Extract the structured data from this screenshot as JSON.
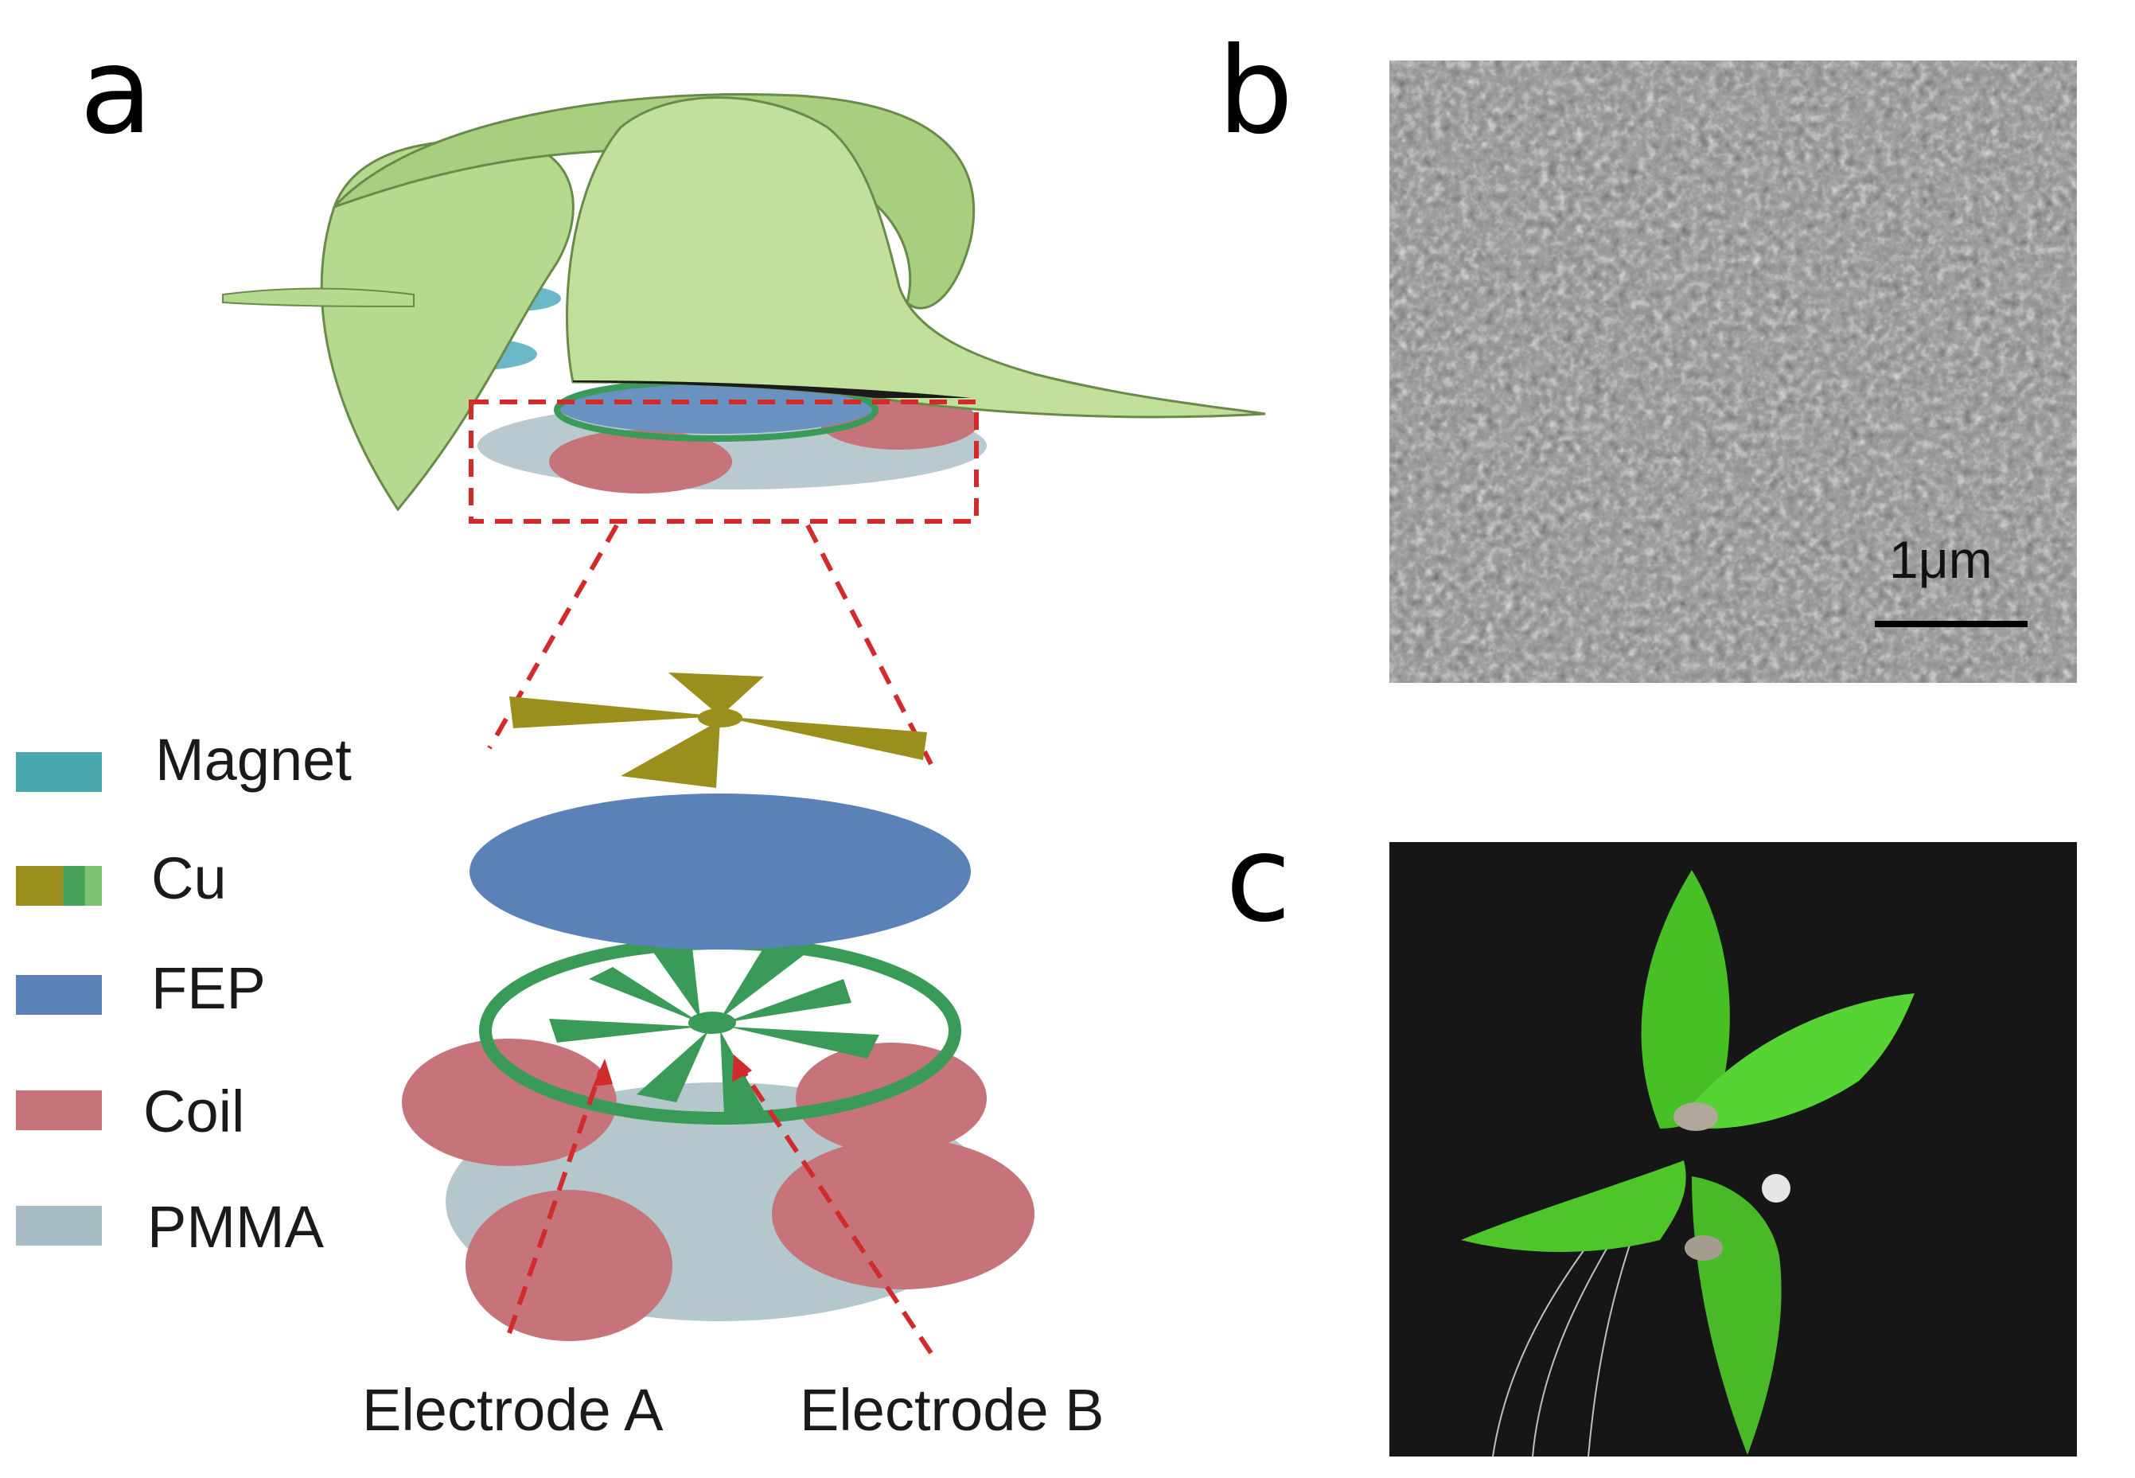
{
  "panels": {
    "a": "a",
    "b": "b",
    "c": "c"
  },
  "legend": [
    {
      "label": "Magnet",
      "color": "#4aa7b0"
    },
    {
      "label": "Cu",
      "color": "#9a8f1c"
    },
    {
      "label": "FEP",
      "color": "#5b82b8"
    },
    {
      "label": "Coil",
      "color": "#c6747a"
    },
    {
      "label": "PMMA",
      "color": "#a7bcc4"
    }
  ],
  "electrodes": {
    "a": "Electrode A",
    "b": "Electrode B"
  },
  "sem": {
    "scale_bar": "1μm"
  },
  "colors": {
    "blade": "#b5d98e",
    "fep": "#5b82b8",
    "electrode_green": "#3a9a58",
    "cu": "#9a8f1c",
    "coil": "#c6747a",
    "pmma": "#a7bcc4",
    "dash_red": "#d22b2b",
    "photo_green": "#4fcf2e"
  }
}
